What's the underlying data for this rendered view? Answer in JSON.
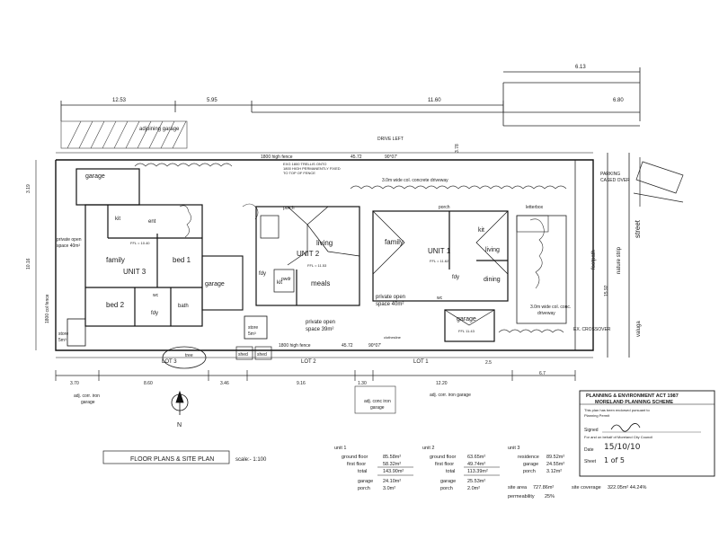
{
  "title_block": "FLOOR PLANS & SITE PLAN",
  "scale": "scale:- 1:100",
  "dimensions": {
    "d_12_53": "12.53",
    "d_5_95": "5.95",
    "d_11_60": "11.60",
    "d_6_80": "6.80",
    "d_6_13": "6.13",
    "d_3_70": "3.70",
    "d_8_60": "8.60",
    "d_3_46": "3.46",
    "d_9_16": "9.16",
    "d_1_30": "1.30",
    "d_12_20": "12.20",
    "d_2_5": "2.5",
    "d_6_7": "6.7",
    "d_3_19": "3.19",
    "d_10_16": "10.16",
    "d_15_92": "15.92",
    "d_3_78": "3.78",
    "d_45_72": "45.72",
    "d_90_07": "90°07'"
  },
  "labels": {
    "adjoining_garage": "adjoining garage",
    "drive_left": "DRIVE LEFT",
    "fence_top": "1800 high fence",
    "fence_bottom": "1800 high fence",
    "trellis_note_1": "EXG 1800 TRELLIS ONTO",
    "trellis_note_2": "1800 HIGH PERMANENTLY FIXED",
    "trellis_note_3": "TO TOP OF FENCE",
    "driveway_top": "3.0m wide col. concrete driveway",
    "driveway_bottom_1": "3.0m wide col. conc.",
    "driveway_bottom_2": "driveway",
    "parking": "PARKING",
    "cased_over": "CASED OVER",
    "street": "street",
    "footpath": "footpath",
    "nature_strip": "nature strip",
    "valuga": "valuga",
    "ex_crossover": "EX. CROSSOVER",
    "letterbox": "letterbox",
    "garage_u3": "garage",
    "family_u3": "family",
    "unit3": "UNIT 3",
    "bed1": "bed 1",
    "bed2": "bed 2",
    "kit_u3": "kit",
    "ent_u3": "ent",
    "bath": "bath",
    "fdy_u3": "fdy",
    "wc_u3": "wc",
    "ffl_u3": "FFL = 10.40",
    "pos_u3_1": "private open",
    "pos_u3_2": "space 40m²",
    "store_u3_1": "store",
    "store_u3_2": "5m³",
    "fence_side": "1800 col fence",
    "lot3": "LOT 3",
    "tree": "tree",
    "garage_mid": "garage",
    "shed_1": "shed",
    "shed_2": "shed",
    "lot2": "LOT 2",
    "lot1": "LOT 1",
    "living_u2": "living",
    "unit2": "UNIT 2",
    "kit_u2": "kit",
    "meals_u2": "meals",
    "porch_u2": "porch",
    "pwdr_u2": "pwdr",
    "fdy_u2": "fdy",
    "ffl_u2": "FFL = 11.53",
    "pos_u2_1": "private open",
    "pos_u2_2": "space 39m²",
    "store_u2_1": "store",
    "store_u2_2": "5m³",
    "family_u1": "family",
    "unit1": "UNIT 1",
    "kit_u1": "kit",
    "living_u1": "living",
    "dining_u1": "dining",
    "fdy_u1": "fdy",
    "wc_u1": "wc",
    "ffl_u1": "FFL = 11.62",
    "porch_u1": "porch",
    "pos_u1_1": "private open",
    "pos_u1_2": "space 40m²",
    "garage_u1": "garage",
    "ffl_garage_u1": "FFL 11.43",
    "clothesline": "clothesline",
    "adj_iron_left_1": "adj. corr. iron",
    "adj_iron_left_2": "garage",
    "adj_iron_mid_1": "adj. conc iron",
    "adj_iron_mid_2": "garage",
    "adj_iron_right_1": "adj. corr. iron garage",
    "north": "N"
  },
  "areas": {
    "unit1": {
      "heading": "unit 1",
      "rows": [
        {
          "label": "ground floor",
          "value": "85.58m²"
        },
        {
          "label": "first floor",
          "value": "58.32m²"
        },
        {
          "label": "total",
          "value": "143.90m²"
        },
        {
          "label": "garage",
          "value": "24.10m²"
        },
        {
          "label": "porch",
          "value": "3.0m²"
        }
      ]
    },
    "unit2": {
      "heading": "unit 2",
      "rows": [
        {
          "label": "ground floor",
          "value": "63.65m²"
        },
        {
          "label": "first floor",
          "value": "49.74m²"
        },
        {
          "label": "total",
          "value": "113.39m²"
        },
        {
          "label": "garage",
          "value": "25.53m²"
        },
        {
          "label": "porch",
          "value": "2.0m²"
        }
      ]
    },
    "unit3": {
      "heading": "unit 3",
      "rows": [
        {
          "label": "residence",
          "value": "89.52m²"
        },
        {
          "label": "garage",
          "value": "24.55m²"
        },
        {
          "label": "porch",
          "value": "3.12m²"
        }
      ]
    },
    "site_area": {
      "label": "site area",
      "value": "727.86m²"
    },
    "site_coverage": {
      "label": "site coverage",
      "value": "322.05m²   44.24%"
    },
    "permeability": {
      "label": "permeability",
      "value": "25%"
    }
  },
  "stamp": {
    "line1": "PLANNING & ENVIRONMENT ACT 1987",
    "line2": "MORELAND PLANNING SCHEME",
    "line3": "This plan has been endorsed pursuant to",
    "line4": "Planning Permit",
    "signed_label": "Signed",
    "for_label": "For and on behalf of Moreland City Council",
    "date_label": "Date",
    "date_value": "15/10/10",
    "sheet_label": "Sheet",
    "sheet_value": "1 of 5"
  }
}
